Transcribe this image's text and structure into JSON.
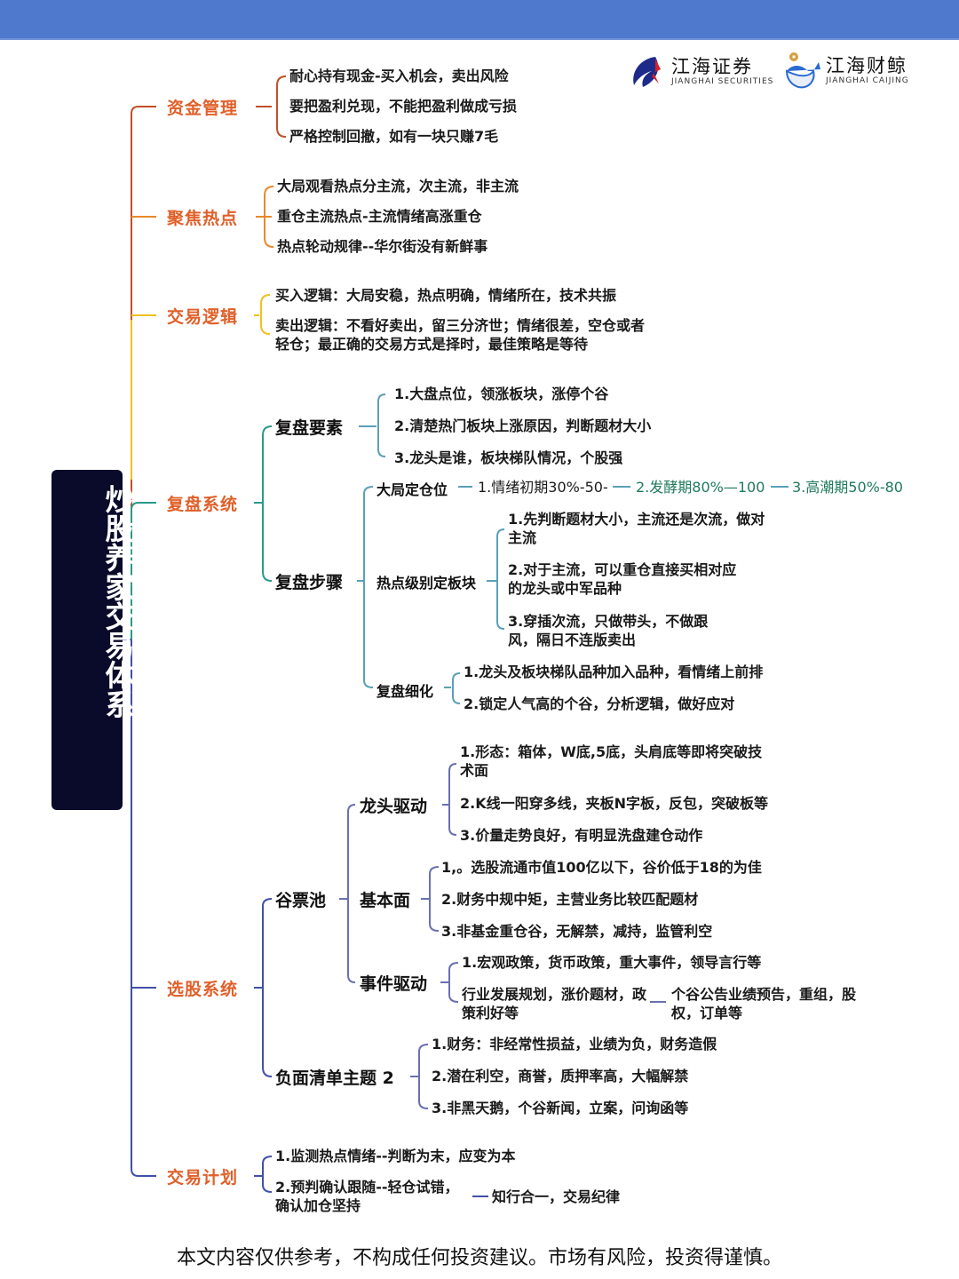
{
  "header": {
    "bar_color": "#4f79cc"
  },
  "logos": [
    {
      "name_cn": "江海证券",
      "name_en": "JIANGHAI SECURITIES"
    },
    {
      "name_cn": "江海财鲸",
      "name_en": "JIANGHAI CAIJING"
    }
  ],
  "root": {
    "title": "炒股养家交易体系"
  },
  "colors": {
    "category_text": "#e0602a",
    "root_bg": "#0a0a2a",
    "line_money": "#c0502a",
    "line_hot": "#e8892a",
    "line_logic": "#f0c020",
    "line_review": "#2a9a8a",
    "line_select": "#4050a8"
  },
  "branches": {
    "money": {
      "label": "资金管理",
      "items": [
        "耐心持有现金-买入机会，卖出风险",
        "要把盈利兑现，不能把盈利做成亏损",
        "严格控制回撤，如有一块只赚7毛"
      ]
    },
    "hot": {
      "label": "聚焦热点",
      "items": [
        "大局观看热点分主流，次主流，非主流",
        "重仓主流热点-主流情绪高涨重仓",
        "热点轮动规律--华尔街没有新鲜事"
      ]
    },
    "logic": {
      "label": "交易逻辑",
      "items": [
        "买入逻辑：大局安稳，热点明确，情绪所在，技术共振",
        "卖出逻辑：不看好卖出，留三分济世；情绪很差，空仓或者轻仓；最正确的交易方式是择时，最佳策略是等待"
      ]
    },
    "review": {
      "label": "复盘系统",
      "elements": {
        "label": "复盘要素",
        "items": [
          "1.大盘点位，领涨板块，涨停个谷",
          "2.清楚热门板块上涨原因，判断题材大小",
          "3.龙头是谁，板块梯队情况，个股强"
        ]
      },
      "steps": {
        "label": "复盘步骤",
        "position": {
          "label": "大局定仓位",
          "stages": [
            "1.情绪初期30%-50-",
            "2.发酵期80%—100",
            "3.高潮期50%-80"
          ]
        },
        "hotlevel": {
          "label": "热点级别定板块",
          "items": [
            "1.先判断题材大小，主流还是次流，做对主流",
            "2.对于主流，可以重仓直接买相对应的龙头或中军品种",
            "3.穿插次流，只做带头，不做跟风，隔日不连版卖出"
          ]
        },
        "refine": {
          "label": "复盘细化",
          "items": [
            "1.龙头及板块梯队品种加入品种，看情绪上前排",
            "2.锁定人气高的个谷，分析逻辑，做好应对"
          ]
        }
      }
    },
    "select": {
      "label": "选股系统",
      "pool": {
        "label": "谷票池",
        "leader": {
          "label": "龙头驱动",
          "items": [
            "1.形态：箱体，W底,5底，头肩底等即将突破技术面",
            "2.K线一阳穿多线，夹板N字板，反包，突破板等",
            "3.价量走势良好，有明显洗盘建仓动作"
          ]
        },
        "fundamental": {
          "label": "基本面",
          "items": [
            "1,。选股流通市值100亿以下，谷价低于18的为佳",
            "2.财务中规中矩，主营业务比较匹配题材",
            "3.非基金重仓谷，无解禁，减持，监管利空"
          ]
        },
        "event": {
          "label": "事件驱动",
          "items": [
            "1.宏观政策，货币政策，重大事件，领导言行等",
            "行业发展规划，涨价题材，政策利好等"
          ],
          "extra": "个谷公告业绩预告，重组，股权，订单等"
        }
      },
      "negative": {
        "label": "负面清单主题 2",
        "items": [
          "1.财务：非经常性损益，业绩为负，财务造假",
          "2.潜在利空，商誉，质押率高，大幅解禁",
          "3.非黑天鹅，个谷新闻，立案，问询函等"
        ]
      }
    },
    "plan": {
      "label": "交易计划",
      "items": [
        "1.监测热点情绪--判断为末，应变为本",
        "2.预判确认跟随--轻仓试错，确认加仓坚持"
      ],
      "extra": "知行合一，交易纪律"
    }
  },
  "footer": {
    "disclaimer": "本文内容仅供参考，不构成任何投资建议。市场有风险，投资得谨慎。"
  }
}
